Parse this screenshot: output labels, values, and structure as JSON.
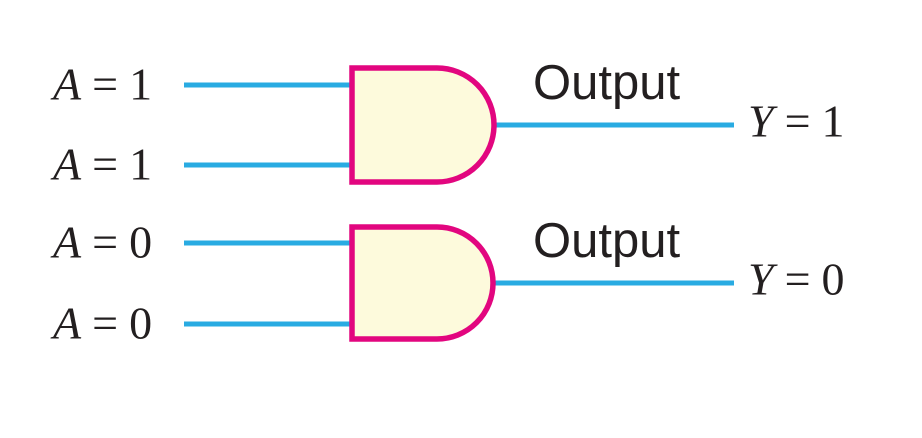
{
  "colors": {
    "background": "#ffffff",
    "wire": "#29abe2",
    "gate_fill": "#fdfadc",
    "gate_stroke": "#e2067f",
    "ink": "#231f20"
  },
  "gates": [
    {
      "type": "AND",
      "inputs": [
        {
          "var": "A",
          "rel": "=",
          "val": "1"
        },
        {
          "var": "A",
          "rel": "=",
          "val": "1"
        }
      ],
      "output_label": "Output",
      "output": {
        "var": "Y",
        "rel": "=",
        "val": "1"
      }
    },
    {
      "type": "AND",
      "inputs": [
        {
          "var": "A",
          "rel": "=",
          "val": "0"
        },
        {
          "var": "A",
          "rel": "=",
          "val": "0"
        }
      ],
      "output_label": "Output",
      "output": {
        "var": "Y",
        "rel": "=",
        "val": "0"
      }
    }
  ]
}
